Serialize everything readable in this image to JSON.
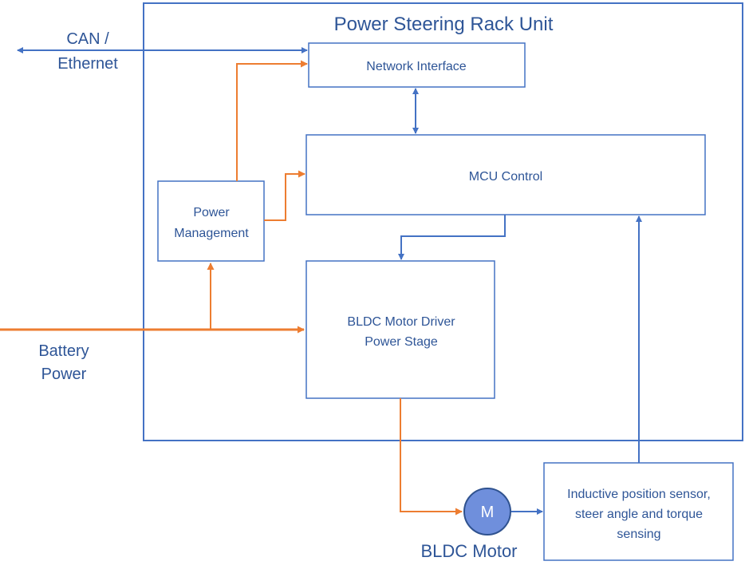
{
  "unit_title": "Power Steering Rack Unit",
  "external": {
    "can_line1": "CAN /",
    "can_line2": "Ethernet",
    "battery_line1": "Battery",
    "battery_line2": "Power",
    "motor_caption": "BLDC Motor"
  },
  "blocks": {
    "network_interface": "Network Interface",
    "mcu_control": "MCU Control",
    "power_mgmt_line1": "Power",
    "power_mgmt_line2": "Management",
    "motor_driver_line1": "BLDC Motor Driver",
    "motor_driver_line2": "Power Stage",
    "sensor_line1": "Inductive position sensor,",
    "sensor_line2": "steer angle and torque",
    "sensor_line3": "sensing",
    "motor_symbol": "M"
  },
  "colors": {
    "signal": "#4472c4",
    "power": "#ed7d31",
    "text": "#2e5597",
    "motor_fill": "#6f8fdc"
  }
}
